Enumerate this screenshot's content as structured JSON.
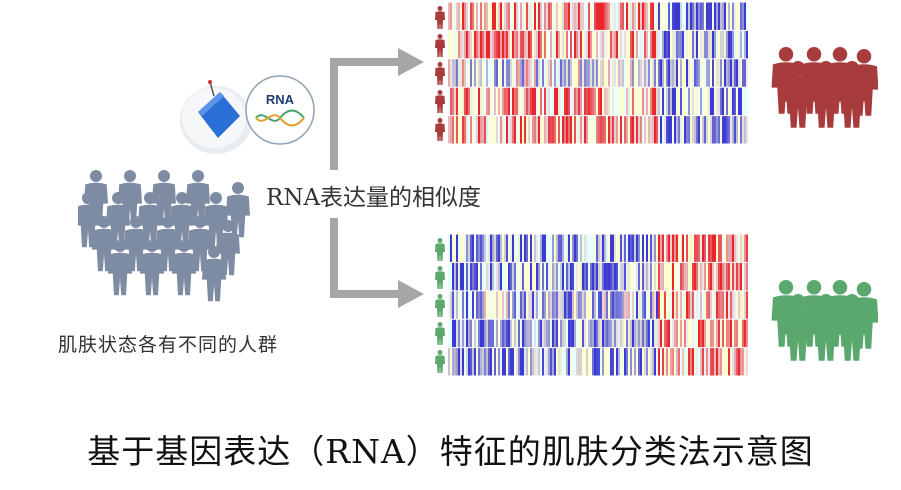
{
  "labels": {
    "crowd_left": "肌肤状态各有不同的人群",
    "rna_similarity": "RNA表达量的相似度",
    "rna_bubble": "RNA",
    "title": "基于基因表达（RNA）特征的肌肤分类法示意图"
  },
  "colors": {
    "crowd_gray": "#7d8ba3",
    "group_red": "#a83c3c",
    "group_green": "#5aa86e",
    "arrow": "#a6a6a6",
    "heat_high": "#e8262b",
    "heat_low": "#3b3bd4",
    "vial_blue": "#2a6fd6"
  },
  "icons": {
    "left": "people-crowd-icon",
    "red_group": "people-group-icon",
    "green_group": "people-group-icon",
    "row_person": "person-icon",
    "sample": "sample-vial-icon",
    "rna": "dna-helix-icon"
  }
}
